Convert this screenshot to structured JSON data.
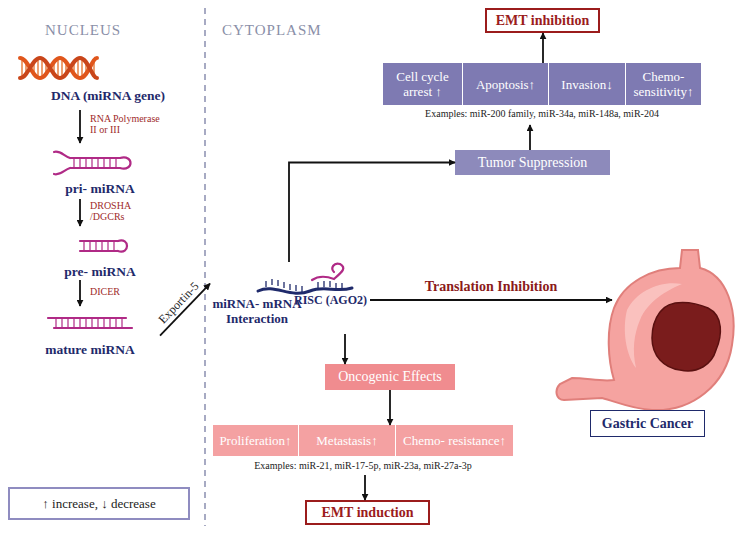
{
  "diagram": {
    "nodes": [
      {
        "text": [
          "DNA (miRNA gene)"
        ]
      },
      {
        "text": [
          "pri- miRNA"
        ]
      },
      {
        "text": [
          "pre- miRNA"
        ]
      },
      {
        "text": [
          "mature miRNA"
        ]
      },
      {
        "text": [
          "miRNA- mRNA Interaction",
          "RISC (AGO2)"
        ]
      },
      {
        "text": [
          "EMT inhibition"
        ]
      },
      {
        "text": [
          "Examples: miR-200 family, miR-34a, miR-148a, miR-204"
        ]
      },
      {
        "text": [
          "Cell cycle arrest ↑"
        ],
        "in": 6
      },
      {
        "text": [
          "Apoptosis↑"
        ],
        "in": 6
      },
      {
        "text": [
          "Invasion↓"
        ],
        "in": 6
      },
      {
        "text": [
          "Chemo- sensitivity↑"
        ],
        "in": 6
      },
      {
        "text": [
          "Tumor Suppression"
        ]
      },
      {
        "text": [
          "Gastric Cancer"
        ]
      },
      {
        "text": [
          "Oncogenic Effects"
        ]
      },
      {
        "text": [
          "Examples: miR-21, miR-17-5p, miR-23a, miR-27a-3p"
        ]
      },
      {
        "text": [
          "Proliferation↑"
        ],
        "in": 14
      },
      {
        "text": [
          "Metastasis↑"
        ],
        "in": 14
      },
      {
        "text": [
          "Chemo- resistance↑"
        ],
        "in": 14
      },
      {
        "text": [
          "EMT induction"
        ]
      },
      {
        "text": [
          "↑ increase, ↓ decrease"
        ]
      }
    ],
    "edges": [
      {
        "from": 0,
        "to": 1,
        "label": "RNA Polymerase II or III",
        "arrow": "to"
      },
      {
        "from": 1,
        "to": 2,
        "label": "DROSHA /DGCRs",
        "arrow": "to"
      },
      {
        "from": 2,
        "to": 3,
        "label": "DICER",
        "arrow": "to"
      },
      {
        "from": 3,
        "to": 4,
        "label": "Exportin-5",
        "arrow": "to"
      },
      {
        "from": 4,
        "to": 11,
        "arrow": "to"
      },
      {
        "from": 11,
        "to": 6,
        "arrow": "to"
      },
      {
        "from": 6,
        "to": 5,
        "arrow": "to"
      },
      {
        "from": 4,
        "to": 12,
        "label": "Translation Inhibition",
        "arrow": "to"
      },
      {
        "from": 4,
        "to": 13,
        "arrow": "to"
      },
      {
        "from": 13,
        "to": 14,
        "arrow": "to"
      },
      {
        "from": 14,
        "to": 18,
        "arrow": "to"
      }
    ],
    "labels": [
      "NUCLEUS",
      "CYTOPLASM"
    ]
  }
}
